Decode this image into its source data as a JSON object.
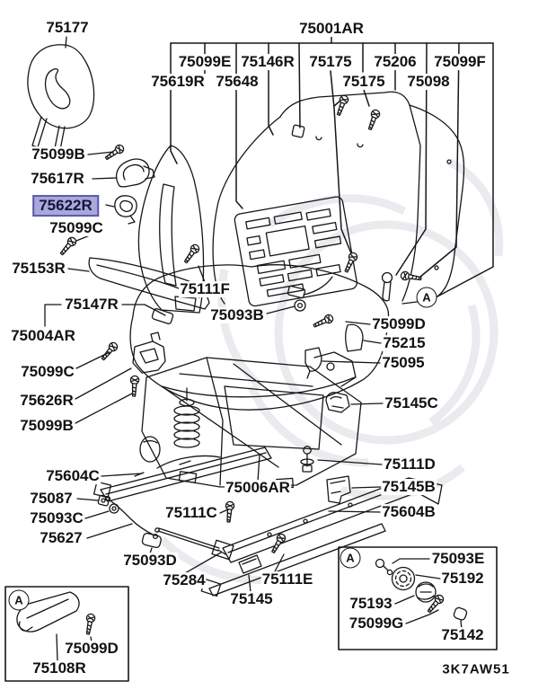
{
  "diagram": {
    "type": "exploded-parts-diagram",
    "subject": "front seat assembly",
    "code": "3K7AW51",
    "highlight": {
      "bg": "#a8a8da",
      "border": "#5a5aae"
    },
    "line_color": "#161616"
  },
  "markers": {
    "a": "A"
  },
  "labels": [
    {
      "text": "75177",
      "highlighted": false
    },
    {
      "text": "75001AR",
      "highlighted": false
    },
    {
      "text": "75099E",
      "highlighted": false
    },
    {
      "text": "75146R",
      "highlighted": false
    },
    {
      "text": "75175",
      "highlighted": false
    },
    {
      "text": "75206",
      "highlighted": false
    },
    {
      "text": "75099F",
      "highlighted": false
    },
    {
      "text": "75619R",
      "highlighted": false
    },
    {
      "text": "75648",
      "highlighted": false
    },
    {
      "text": "75175",
      "highlighted": false
    },
    {
      "text": "75098",
      "highlighted": false
    },
    {
      "text": "75099B",
      "highlighted": false
    },
    {
      "text": "75617R",
      "highlighted": false
    },
    {
      "text": "75622R",
      "highlighted": true
    },
    {
      "text": "75099C",
      "highlighted": false
    },
    {
      "text": "75153R",
      "highlighted": false
    },
    {
      "text": "75147R",
      "highlighted": false
    },
    {
      "text": "75004AR",
      "highlighted": false
    },
    {
      "text": "75111F",
      "highlighted": false
    },
    {
      "text": "75093B",
      "highlighted": false
    },
    {
      "text": "75099D",
      "highlighted": false
    },
    {
      "text": "75215",
      "highlighted": false
    },
    {
      "text": "75095",
      "highlighted": false
    },
    {
      "text": "75099C",
      "highlighted": false
    },
    {
      "text": "75626R",
      "highlighted": false
    },
    {
      "text": "75145C",
      "highlighted": false
    },
    {
      "text": "75099B",
      "highlighted": false
    },
    {
      "text": "75111D",
      "highlighted": false
    },
    {
      "text": "75604C",
      "highlighted": false
    },
    {
      "text": "75145B",
      "highlighted": false
    },
    {
      "text": "75006AR",
      "highlighted": false
    },
    {
      "text": "75087",
      "highlighted": false
    },
    {
      "text": "75604B",
      "highlighted": false
    },
    {
      "text": "75111C",
      "highlighted": false
    },
    {
      "text": "75093C",
      "highlighted": false
    },
    {
      "text": "75627",
      "highlighted": false
    },
    {
      "text": "75093D",
      "highlighted": false
    },
    {
      "text": "75284",
      "highlighted": false
    },
    {
      "text": "75111E",
      "highlighted": false
    },
    {
      "text": "75145",
      "highlighted": false
    },
    {
      "text": "75099D",
      "highlighted": false
    },
    {
      "text": "75108R",
      "highlighted": false
    },
    {
      "text": "75093E",
      "highlighted": false
    },
    {
      "text": "75192",
      "highlighted": false
    },
    {
      "text": "75193",
      "highlighted": false
    },
    {
      "text": "75099G",
      "highlighted": false
    },
    {
      "text": "75142",
      "highlighted": false
    }
  ]
}
